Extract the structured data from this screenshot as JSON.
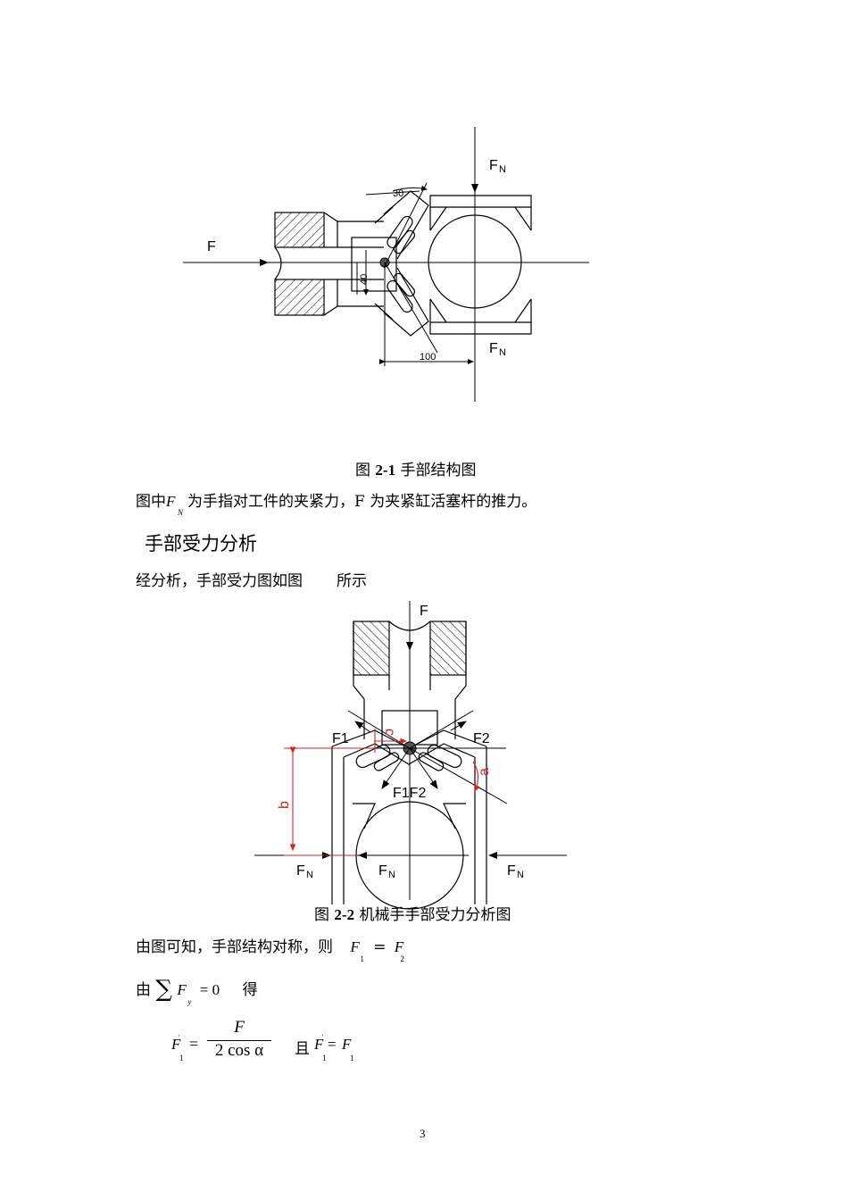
{
  "figure1": {
    "caption_prefix": "图",
    "caption_number": "2-1",
    "caption_title": "手部结构图",
    "labels": {
      "force_left": "F",
      "normal_top": "F",
      "normal_top_sub": "N",
      "normal_bottom": "F",
      "normal_bottom_sub": "N",
      "angle": "30",
      "dim_vertical": "40",
      "dim_horizontal": "100"
    }
  },
  "para1": {
    "prefix": "图中",
    "symbol": "F",
    "symbol_sub": "N",
    "rest": "为手指对工件的夹紧力，F 为夹紧缸活塞杆的推力。"
  },
  "heading": "手部受力分析",
  "para2": {
    "text1": "经分析，手部受力图如图",
    "text2": "所示"
  },
  "figure2": {
    "caption_prefix": "图",
    "caption_number": "2-2",
    "caption_title": "机械手手部受力分析图",
    "labels": {
      "force_top": "F",
      "f1_prime": "F1",
      "f2_prime": "F2",
      "f1f2": "F1F2",
      "fn_left": "F",
      "fn_left_sub": "N",
      "fn_center": "F",
      "fn_center_sub": "N",
      "fn_right": "F",
      "fn_right_sub": "N",
      "dim_b": "b",
      "dim_c": "c",
      "angle_a": "a"
    }
  },
  "eq1": {
    "text": "由图可知，手部结构对称，则",
    "lhs": "F",
    "lhs_sub": "1",
    "eq": "=",
    "rhs": "F",
    "rhs_sub": "2"
  },
  "eq2": {
    "prefix": "由",
    "sigma": "∑",
    "var": "F",
    "var_sub": "y",
    "rest": "= 0",
    "suffix": "得"
  },
  "eq3": {
    "lhs": "F",
    "lhs_prime": "'",
    "lhs_sub": "1",
    "eq": "=",
    "numerator": "F",
    "denominator": "2 cos α",
    "and": "且",
    "lhs2": "F",
    "lhs2_prime": "'",
    "lhs2_sub": "1",
    "eq2": "=",
    "rhs2": "F",
    "rhs2_sub": "1"
  },
  "page_number": "3"
}
